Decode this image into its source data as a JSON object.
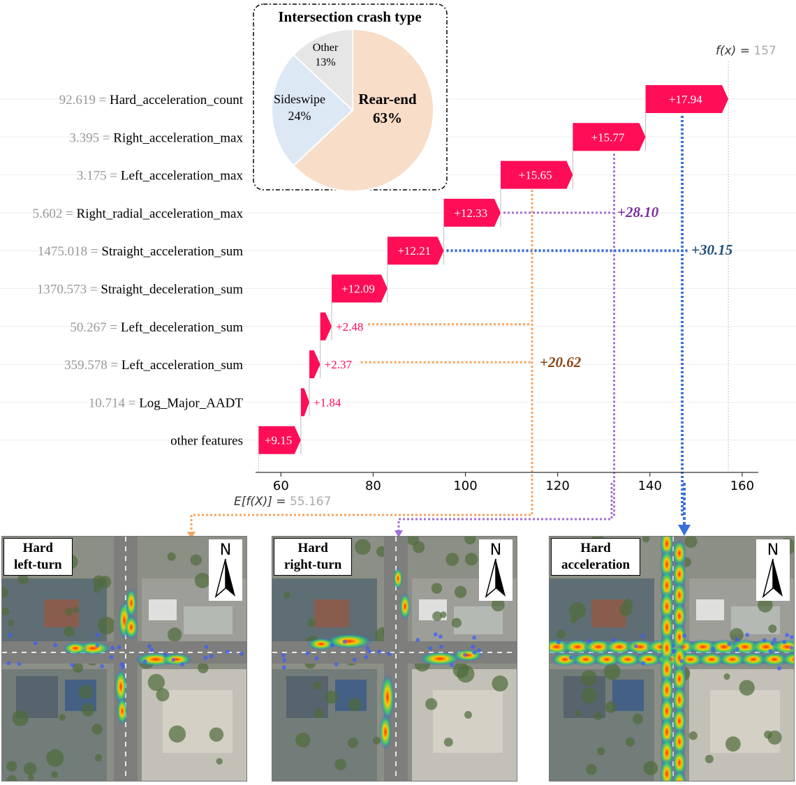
{
  "chart_data": [
    {
      "type": "waterfall",
      "features": [
        {
          "value": "92.619",
          "name": "Hard_acceleration_count",
          "contribution": 17.94,
          "label": "+17.94"
        },
        {
          "value": "3.395",
          "name": "Right_acceleration_max",
          "contribution": 15.77,
          "label": "+15.77"
        },
        {
          "value": "3.175",
          "name": "Left_acceleration_max",
          "contribution": 15.65,
          "label": "+15.65"
        },
        {
          "value": "5.602",
          "name": "Right_radial_acceleration_max",
          "contribution": 12.33,
          "label": "+12.33"
        },
        {
          "value": "1475.018",
          "name": "Straight_acceleration_sum",
          "contribution": 12.21,
          "label": "+12.21"
        },
        {
          "value": "1370.573",
          "name": "Straight_deceleration_sum",
          "contribution": 12.09,
          "label": "+12.09"
        },
        {
          "value": "50.267",
          "name": "Left_deceleration_sum",
          "contribution": 2.48,
          "label": "+2.48"
        },
        {
          "value": "359.578",
          "name": "Left_acceleration_sum",
          "contribution": 2.37,
          "label": "+2.37"
        },
        {
          "value": "10.714",
          "name": "Log_Major_AADT",
          "contribution": 1.84,
          "label": "+1.84"
        },
        {
          "value": "",
          "name": "other features",
          "contribution": 9.15,
          "label": "+9.15"
        }
      ],
      "base_value": 55.167,
      "base_label_prefix": "E[f(X)] = ",
      "base_label_value": "55.167",
      "final_value": 157,
      "final_label_prefix": "f(x) = ",
      "final_label_value": "157",
      "xticks": [
        60,
        80,
        100,
        120,
        140,
        160
      ],
      "xlim": [
        54.5,
        163.5
      ],
      "group_annotations": [
        {
          "label": "+28.10",
          "color": "#7B2FA0"
        },
        {
          "label": "+30.15",
          "color": "#1F4E79"
        },
        {
          "label": "+20.62",
          "color": "#8B4513"
        }
      ],
      "colors": {
        "positive": "#FF0D57",
        "orange": "#F4A460",
        "purple": "#A070D0",
        "blue": "#3A6FD8"
      }
    },
    {
      "type": "pie",
      "title": "Intersection crash type",
      "slices": [
        {
          "name": "Rear-end",
          "pct": "63%",
          "value": 63,
          "color": "#F8DDC8"
        },
        {
          "name": "Sideswipe",
          "pct": "24%",
          "value": 24,
          "color": "#DCE8F4"
        },
        {
          "name": "Other",
          "pct": "13%",
          "value": 13,
          "color": "#E6E6E6"
        }
      ]
    }
  ],
  "maps": [
    {
      "label_line1": "Hard",
      "label_line2": "left-turn",
      "north": "N"
    },
    {
      "label_line1": "Hard",
      "label_line2": "right-turn",
      "north": "N"
    },
    {
      "label_line1": "Hard",
      "label_line2": "acceleration",
      "north": "N"
    }
  ]
}
